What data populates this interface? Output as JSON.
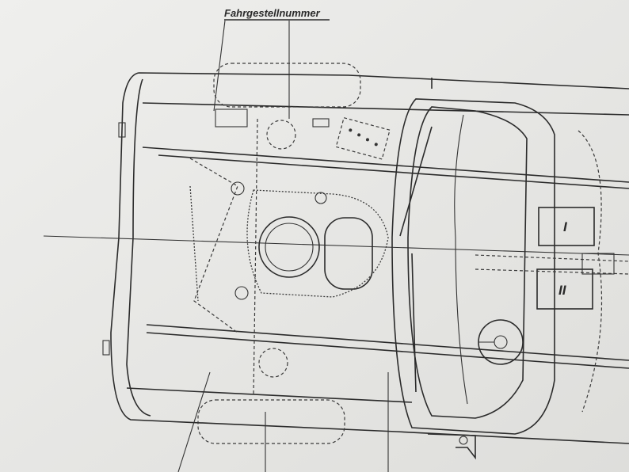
{
  "diagram": {
    "callout_label": "Fahrgestellnummer",
    "zone_labels": [
      "I",
      "II"
    ]
  }
}
